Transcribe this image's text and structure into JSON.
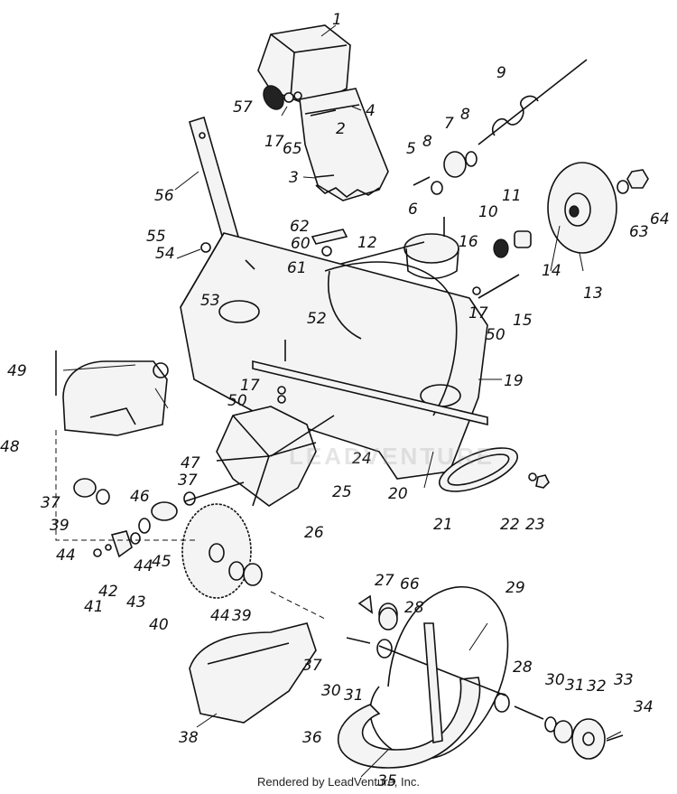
{
  "credit": "Rendered by LeadVenture, Inc.",
  "watermark": "LEADVENTURE",
  "callouts": {
    "c1": "1",
    "c2": "2",
    "c3": "3",
    "c4": "4",
    "c5": "5",
    "c6": "6",
    "c7": "7",
    "c8a": "8",
    "c8b": "8",
    "c9": "9",
    "c10": "10",
    "c11": "11",
    "c12": "12",
    "c13": "13",
    "c14": "14",
    "c15": "15",
    "c16": "16",
    "c17a": "17",
    "c17b": "17",
    "c17c": "17",
    "c19": "19",
    "c20": "20",
    "c21": "21",
    "c22": "22",
    "c23": "23",
    "c24": "24",
    "c25": "25",
    "c26": "26",
    "c27": "27",
    "c28a": "28",
    "c28b": "28",
    "c29": "29",
    "c30a": "30",
    "c30b": "30",
    "c31a": "31",
    "c31b": "31",
    "c32": "32",
    "c33": "33",
    "c34": "34",
    "c35": "35",
    "c36": "36",
    "c37a": "37",
    "c37b": "37",
    "c37c": "37",
    "c38": "38",
    "c39a": "39",
    "c39b": "39",
    "c40": "40",
    "c41": "41",
    "c42": "42",
    "c43": "43",
    "c44a": "44",
    "c44b": "44",
    "c44c": "44",
    "c45": "45",
    "c46": "46",
    "c47": "47",
    "c48": "48",
    "c49": "49",
    "c50a": "50",
    "c50b": "50",
    "c52": "52",
    "c53": "53",
    "c54": "54",
    "c55": "55",
    "c56": "56",
    "c57": "57",
    "c60": "60",
    "c61": "61",
    "c62": "62",
    "c63": "63",
    "c64": "64",
    "c65": "65",
    "c66": "66"
  }
}
